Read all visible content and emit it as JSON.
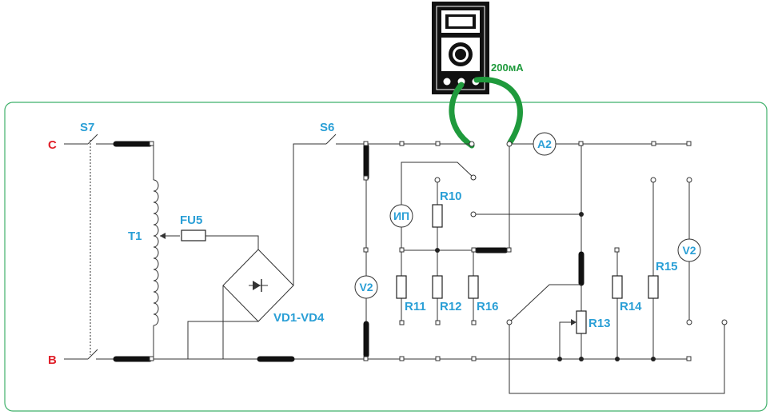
{
  "labels": {
    "line_c": "C",
    "line_b": "B",
    "switch_s7": "S7",
    "switch_s6": "S6",
    "fuse": "FU5",
    "transformer": "T1",
    "bridge": "VD1-VD4",
    "meter_ip": "ИП",
    "meter_v2_left": "V2",
    "meter_v2_right": "V2",
    "meter_a2": "A2",
    "r10": "R10",
    "r11": "R11",
    "r12": "R12",
    "r13": "R13",
    "r14": "R14",
    "r15": "R15",
    "r16": "R16",
    "multimeter_range": "200мА"
  },
  "colors": {
    "label_blue": "#2a9fd6",
    "line_red": "#e0202a",
    "lead_green": "#1f9a3c",
    "frame_green": "#3fb06a"
  }
}
